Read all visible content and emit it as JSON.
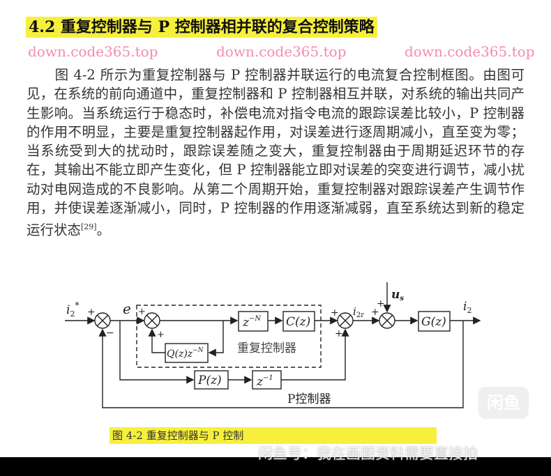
{
  "title": "4.2 重复控制器与 P 控制器相并联的复合控制策略",
  "paragraph": "图 4-2 所示为重复控制器与 P 控制器并联运行的电流复合控制框图。由图可见，在系统的前向通道中，重复控制器和 P 控制器相互并联，对系统的输出共同产生影响。当系统运行于稳态时，补偿电流对指令电流的跟踪误差比较小，P 控制器的作用不明显，主要是重复控制器起作用，对误差进行逐周期减小，直至变为零；当系统受到大的扰动时，跟踪误差随之变大，重复控制器由于周期延迟环节的存在，其输出不能立即产生变化，但 P 控制器能立即对误差的突变进行调节，减小扰动对电网造成的不良影响。从第二个周期开始，重复控制器对跟踪误差产生调节作用，并使误差逐渐减小，同时，P 控制器的作用逐渐减弱，直至系统达到新的稳定运行状态",
  "citation": "[29]",
  "paragraph_end": "。",
  "diagram": {
    "input": "i",
    "input_sub": "2",
    "input_sup": "*",
    "error": "e",
    "plus": "+",
    "minus": "−",
    "zN": "z",
    "zN_sup": "−N",
    "Cz": "C(z)",
    "Qz": "Q(z)z",
    "Qz_sup": "−N",
    "repeat_label": "重复控制器",
    "Pz": "P(z)",
    "z1": "z",
    "z1_sup": "−1",
    "p_label": "P控制器",
    "i2r": "i",
    "i2r_sub": "2r",
    "us": "u",
    "us_sub": "s",
    "Gz": "G(z)",
    "output": "i",
    "output_sub": "2"
  },
  "caption": "图 4-2  重复控制器与 P 控制",
  "overlay_text": "闲鱼号：我在画图资料需要直接拍",
  "watermark": "down.code365.top",
  "logo_text": "闲鱼"
}
